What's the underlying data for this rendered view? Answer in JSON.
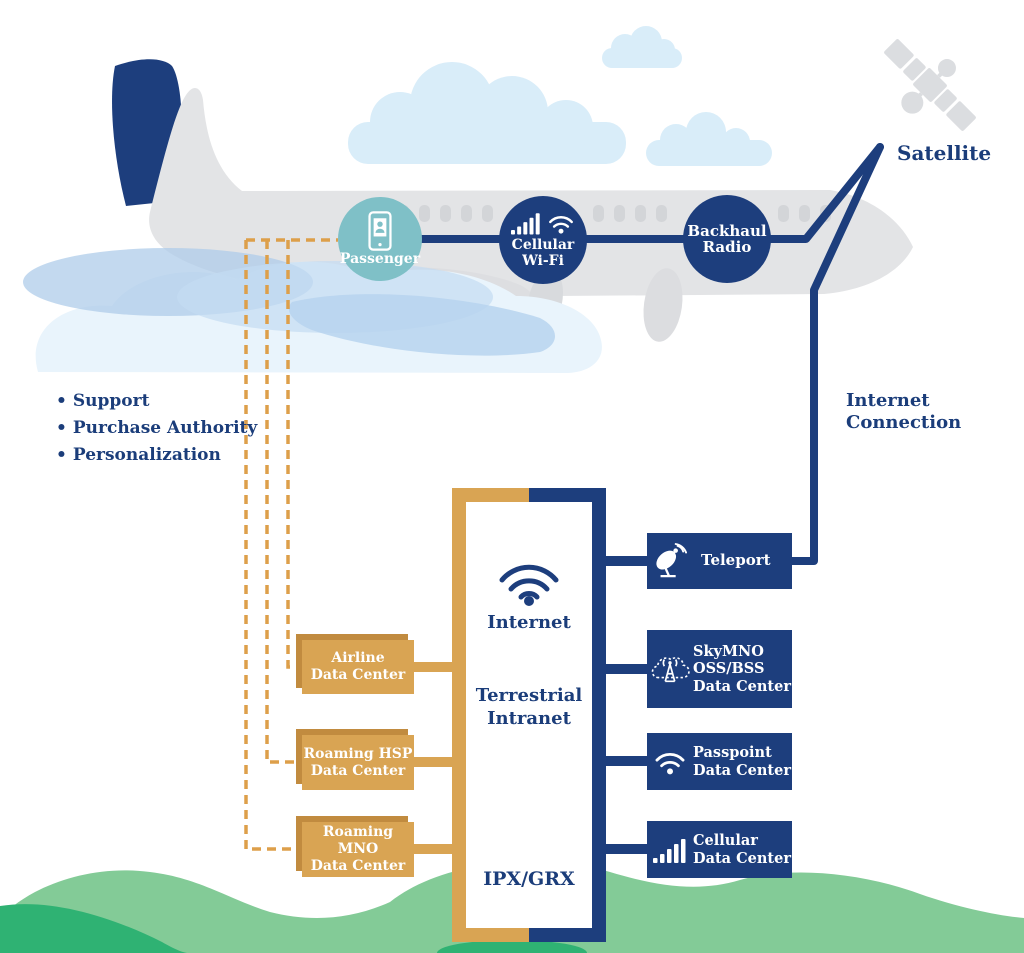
{
  "palette": {
    "navy": "#1d3e7d",
    "teal": "#7fc0c7",
    "gold": "#d9a453",
    "gold_dark": "#c18b3f",
    "text_navy": "#1b3d7a",
    "plane_gray": "#e3e4e6",
    "cloud_blue": "#d9edf9",
    "green_light": "#83cb97",
    "green_dark": "#2fb273"
  },
  "labels": {
    "satellite": "Satellite",
    "internet_connection_line1": "Internet",
    "internet_connection_line2": "Connection"
  },
  "benefits": {
    "bullet": "•",
    "items": [
      "Support",
      "Purchase Authority",
      "Personalization"
    ]
  },
  "aircraft_chain": {
    "passenger": {
      "label": "Passenger",
      "icon": "smartphone-user-icon"
    },
    "cellular_wifi": {
      "line1": "Cellular",
      "line2": "Wi-Fi",
      "icons": "signal-bars-icon wifi-icon"
    },
    "backhaul_radio": {
      "line1": "Backhaul",
      "line2": "Radio"
    }
  },
  "core_box": {
    "internet": "Internet",
    "icon": "wifi-icon",
    "terrestrial_line1": "Terrestrial",
    "terrestrial_line2": "Intranet",
    "ipx": "IPX/GRX"
  },
  "right_boxes": [
    {
      "id": "teleport",
      "icon": "satellite-dish-icon",
      "lines": [
        "Teleport"
      ]
    },
    {
      "id": "skymno",
      "icon": "cloud-antenna-icon",
      "lines": [
        "SkyMNO",
        "OSS/BSS",
        "Data Center"
      ]
    },
    {
      "id": "passpoint",
      "icon": "wifi-icon",
      "lines": [
        "Passpoint",
        "Data Center"
      ]
    },
    {
      "id": "cellular-dc",
      "icon": "signal-bars-icon",
      "lines": [
        "Cellular",
        "Data Center"
      ]
    }
  ],
  "left_boxes": [
    {
      "id": "airline",
      "lines": [
        "Airline",
        "Data Center"
      ]
    },
    {
      "id": "roaming-hsp",
      "lines": [
        "Roaming HSP",
        "Data Center"
      ]
    },
    {
      "id": "roaming-mno",
      "lines": [
        "Roaming MNO",
        "Data Center"
      ]
    }
  ]
}
